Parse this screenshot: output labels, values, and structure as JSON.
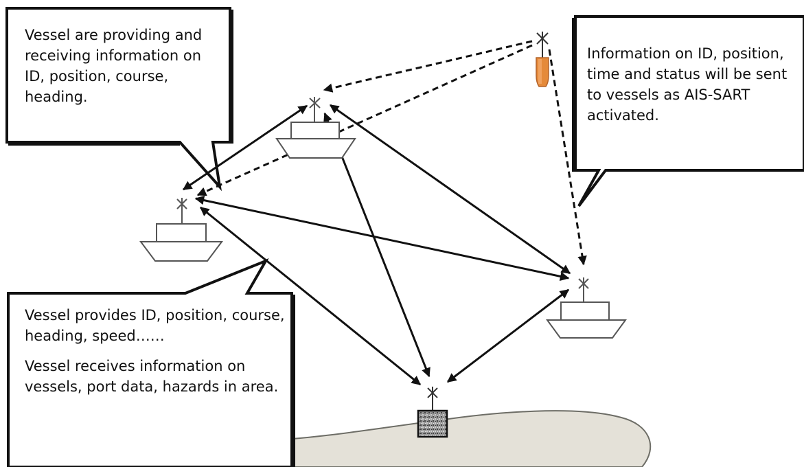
{
  "callouts": {
    "vessel_info": "Vessel are providing and receiving information on ID, position, course, heading.",
    "ais_sart": "Information on ID, position, time and status will be sent to vessels as AIS-SART activated.",
    "vessel_provides": "Vessel provides ID, position, course, heading, speed……",
    "vessel_receives": "Vessel receives information on vessels, port data, hazards in area."
  },
  "icons": {
    "vessel": "ship-icon",
    "antenna": "antenna-icon",
    "beacon": "ais-sart-beacon-icon",
    "shore_station": "shore-station-icon",
    "land": "coastline"
  },
  "colors": {
    "land_fill": "#e4e1d8",
    "land_stroke": "#6d6d66",
    "beacon": "#e58a3a",
    "ink": "#111111"
  }
}
